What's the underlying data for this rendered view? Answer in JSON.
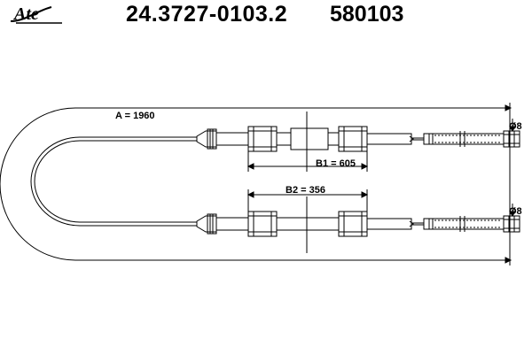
{
  "header": {
    "logo_text": "Ate",
    "part_number": "24.3727-0103.2",
    "ref_number": "580103"
  },
  "drawing": {
    "length_a": "A = 1960",
    "length_b1": "B1 = 605",
    "length_b2": "B2 = 356",
    "diameter_upper": "Ø8",
    "diameter_lower": "Ø8"
  }
}
